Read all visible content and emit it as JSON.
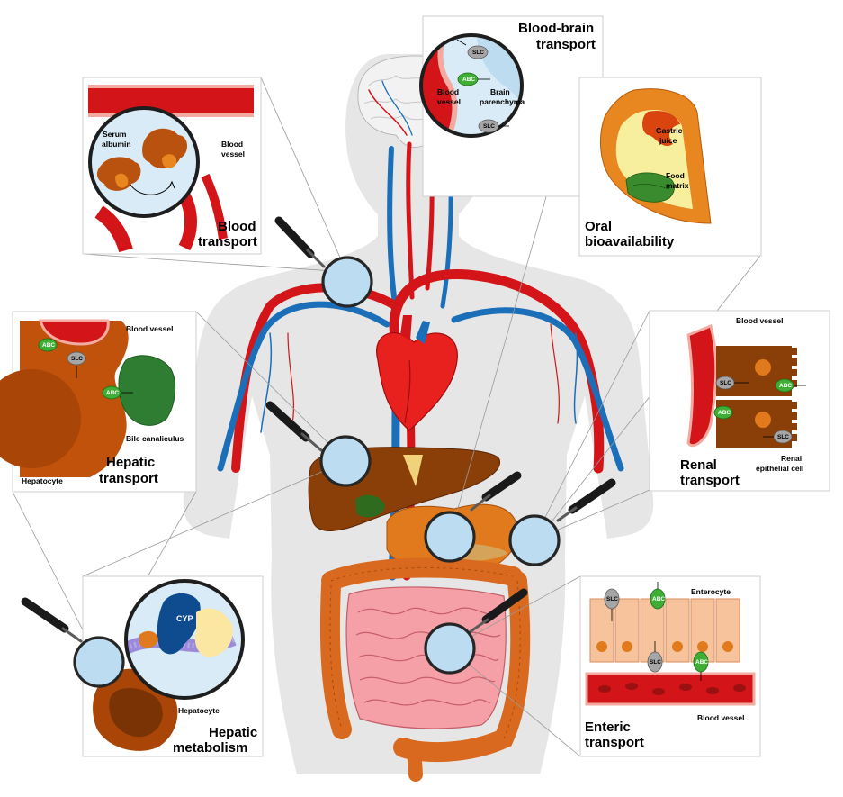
{
  "panels": {
    "blood_brain": {
      "title_line1": "Blood-brain",
      "title_line2": "transport",
      "blood_vessel_line1": "Blood",
      "blood_vessel_line2": "vessel",
      "brain_parenchyma_line1": "Brain",
      "brain_parenchyma_line2": "parenchyma",
      "transporters": [
        "SLC",
        "ABC",
        "SLC"
      ]
    },
    "blood_transport": {
      "title_line1": "Blood",
      "title_line2": "transport",
      "serum_albumin_line1": "Serum",
      "serum_albumin_line2": "albumin",
      "blood_vessel_line1": "Blood",
      "blood_vessel_line2": "vessel"
    },
    "oral": {
      "title_line1": "Oral",
      "title_line2": "bioavailability",
      "gastric_juice_line1": "Gastric",
      "gastric_juice_line2": "juice",
      "food_matrix_line1": "Food",
      "food_matrix_line2": "matrix"
    },
    "hepatic_transport": {
      "title_line1": "Hepatic",
      "title_line2": "transport",
      "blood_vessel": "Blood vessel",
      "bile_canaliculus": "Bile canaliculus",
      "hepatocyte": "Hepatocyte",
      "transporters": [
        "ABC",
        "SLC",
        "ABC"
      ]
    },
    "renal": {
      "title_line1": "Renal",
      "title_line2": "transport",
      "blood_vessel": "Blood vessel",
      "epithelial_line1": "Renal",
      "epithelial_line2": "epithelial cell",
      "transporters": [
        "SLC",
        "ABC",
        "ABC",
        "SLC"
      ]
    },
    "hepatic_metabolism": {
      "title_line1": "Hepatic",
      "title_line2": "metabolism",
      "cyp": "CYP",
      "hepatocyte": "Hepatocyte"
    },
    "enteric": {
      "title_line1": "Enteric",
      "title_line2": "transport",
      "enterocyte": "Enterocyte",
      "blood_vessel": "Blood vessel",
      "transporters": [
        "SLC",
        "ABC",
        "SLC",
        "ABC"
      ]
    }
  },
  "colors": {
    "artery": "#d3151a",
    "vein": "#1b6fb8",
    "lens": "#bcdcf2",
    "abc_transporter": "#3fae35",
    "slc_transporter": "#a6a6a6",
    "hepatocyte": "#c0520c",
    "liver": "#8b3f08",
    "intestine": "#f4a0a6",
    "colon": "#d9691e",
    "body_silhouette": "#e6e6e6"
  }
}
